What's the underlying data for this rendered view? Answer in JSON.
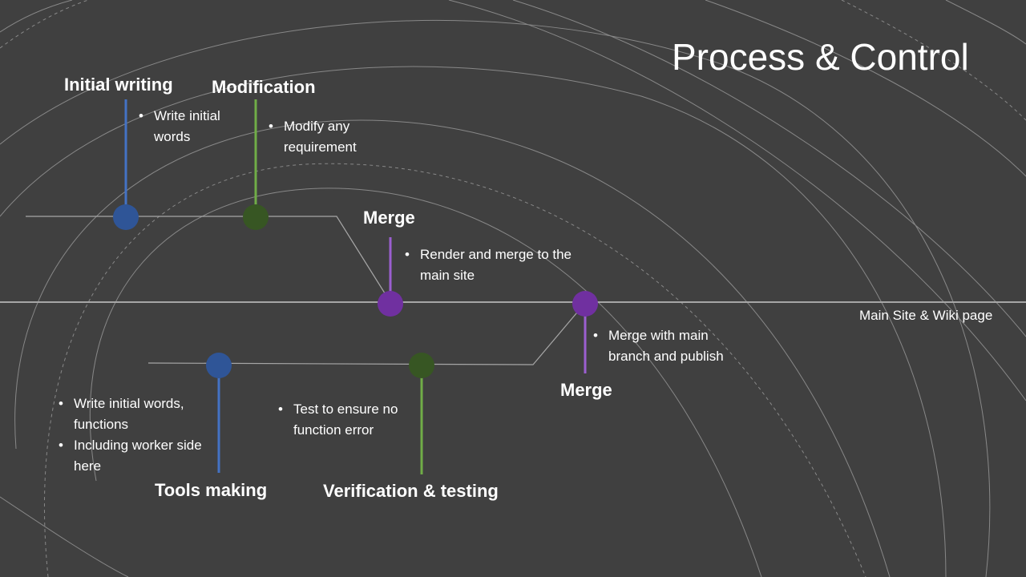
{
  "title": "Process & Control",
  "main_line_label": "Main Site & Wiki page",
  "colors": {
    "background": "#404040",
    "blue": "#2f5597",
    "blue_line": "#4472c4",
    "green": "#375623",
    "green_line": "#70ad47",
    "purple": "#7030a0",
    "purple_line": "#9b5fd0"
  },
  "stages": {
    "initial_writing": {
      "label": "Initial writing",
      "bullets": [
        "Write initial words"
      ]
    },
    "modification": {
      "label": "Modification",
      "bullets": [
        "Modify any requirement"
      ]
    },
    "merge_top": {
      "label": "Merge",
      "bullets": [
        "Render and merge to the main site"
      ]
    },
    "merge_bottom": {
      "label": "Merge",
      "bullets": [
        "Merge with main branch and publish"
      ]
    },
    "tools_making": {
      "label": "Tools making",
      "bullets": [
        "Write initial words, functions",
        "Including worker side here"
      ]
    },
    "verification": {
      "label": "Verification & testing",
      "bullets": [
        "Test to ensure no function error"
      ]
    }
  }
}
